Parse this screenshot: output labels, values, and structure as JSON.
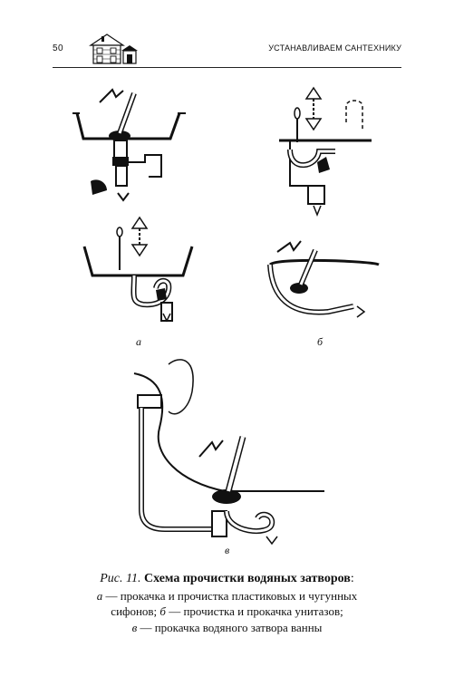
{
  "header": {
    "page_number": "50",
    "running_title": "УСТАНАВЛИВАЕМ САНТЕХНИКУ"
  },
  "figure": {
    "label_a": "а",
    "label_b": "б",
    "label_v": "в"
  },
  "caption": {
    "prefix": "Рис. 11.",
    "title": "Схема прочистки водяных затворов",
    "title_end": ":",
    "line1_letter": "а",
    "line1_text": " — прокачка и прочистка пластиковых и чугунных",
    "line2_start": "сифонов; ",
    "line2_letter": "б",
    "line2_text": " — прочистка и прокачка унитазов;",
    "line3_letter": "в",
    "line3_text": " — прокачка водяного затвора ванны"
  }
}
